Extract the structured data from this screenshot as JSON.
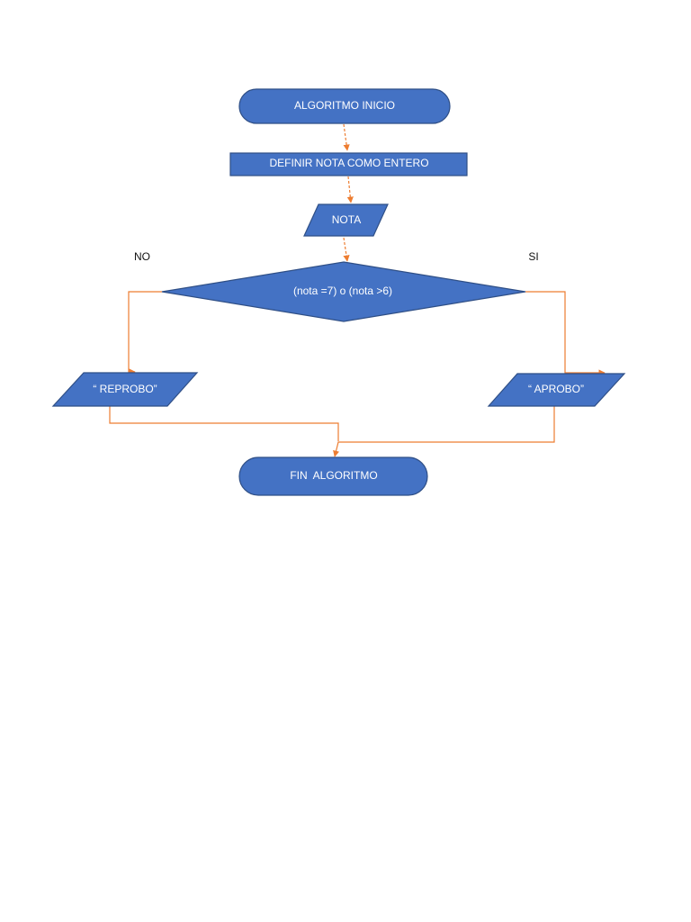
{
  "colors": {
    "shape_fill": "#4472c4",
    "shape_stroke": "#2f4f86",
    "connector": "#ed7d31",
    "text_on_shape": "#ffffff",
    "label_text": "#111111"
  },
  "flowchart": {
    "start": "ALGORITMO INICIO",
    "define": "DEFINIR NOTA COMO ENTERO",
    "input": "NOTA",
    "decision": "(nota =7) o (nota >6)",
    "branch_no": "NO",
    "branch_yes": "SI",
    "output_no": "“ REPROBO”",
    "output_yes": "“ APROBO”",
    "end": "FIN  ALGORITMO"
  }
}
